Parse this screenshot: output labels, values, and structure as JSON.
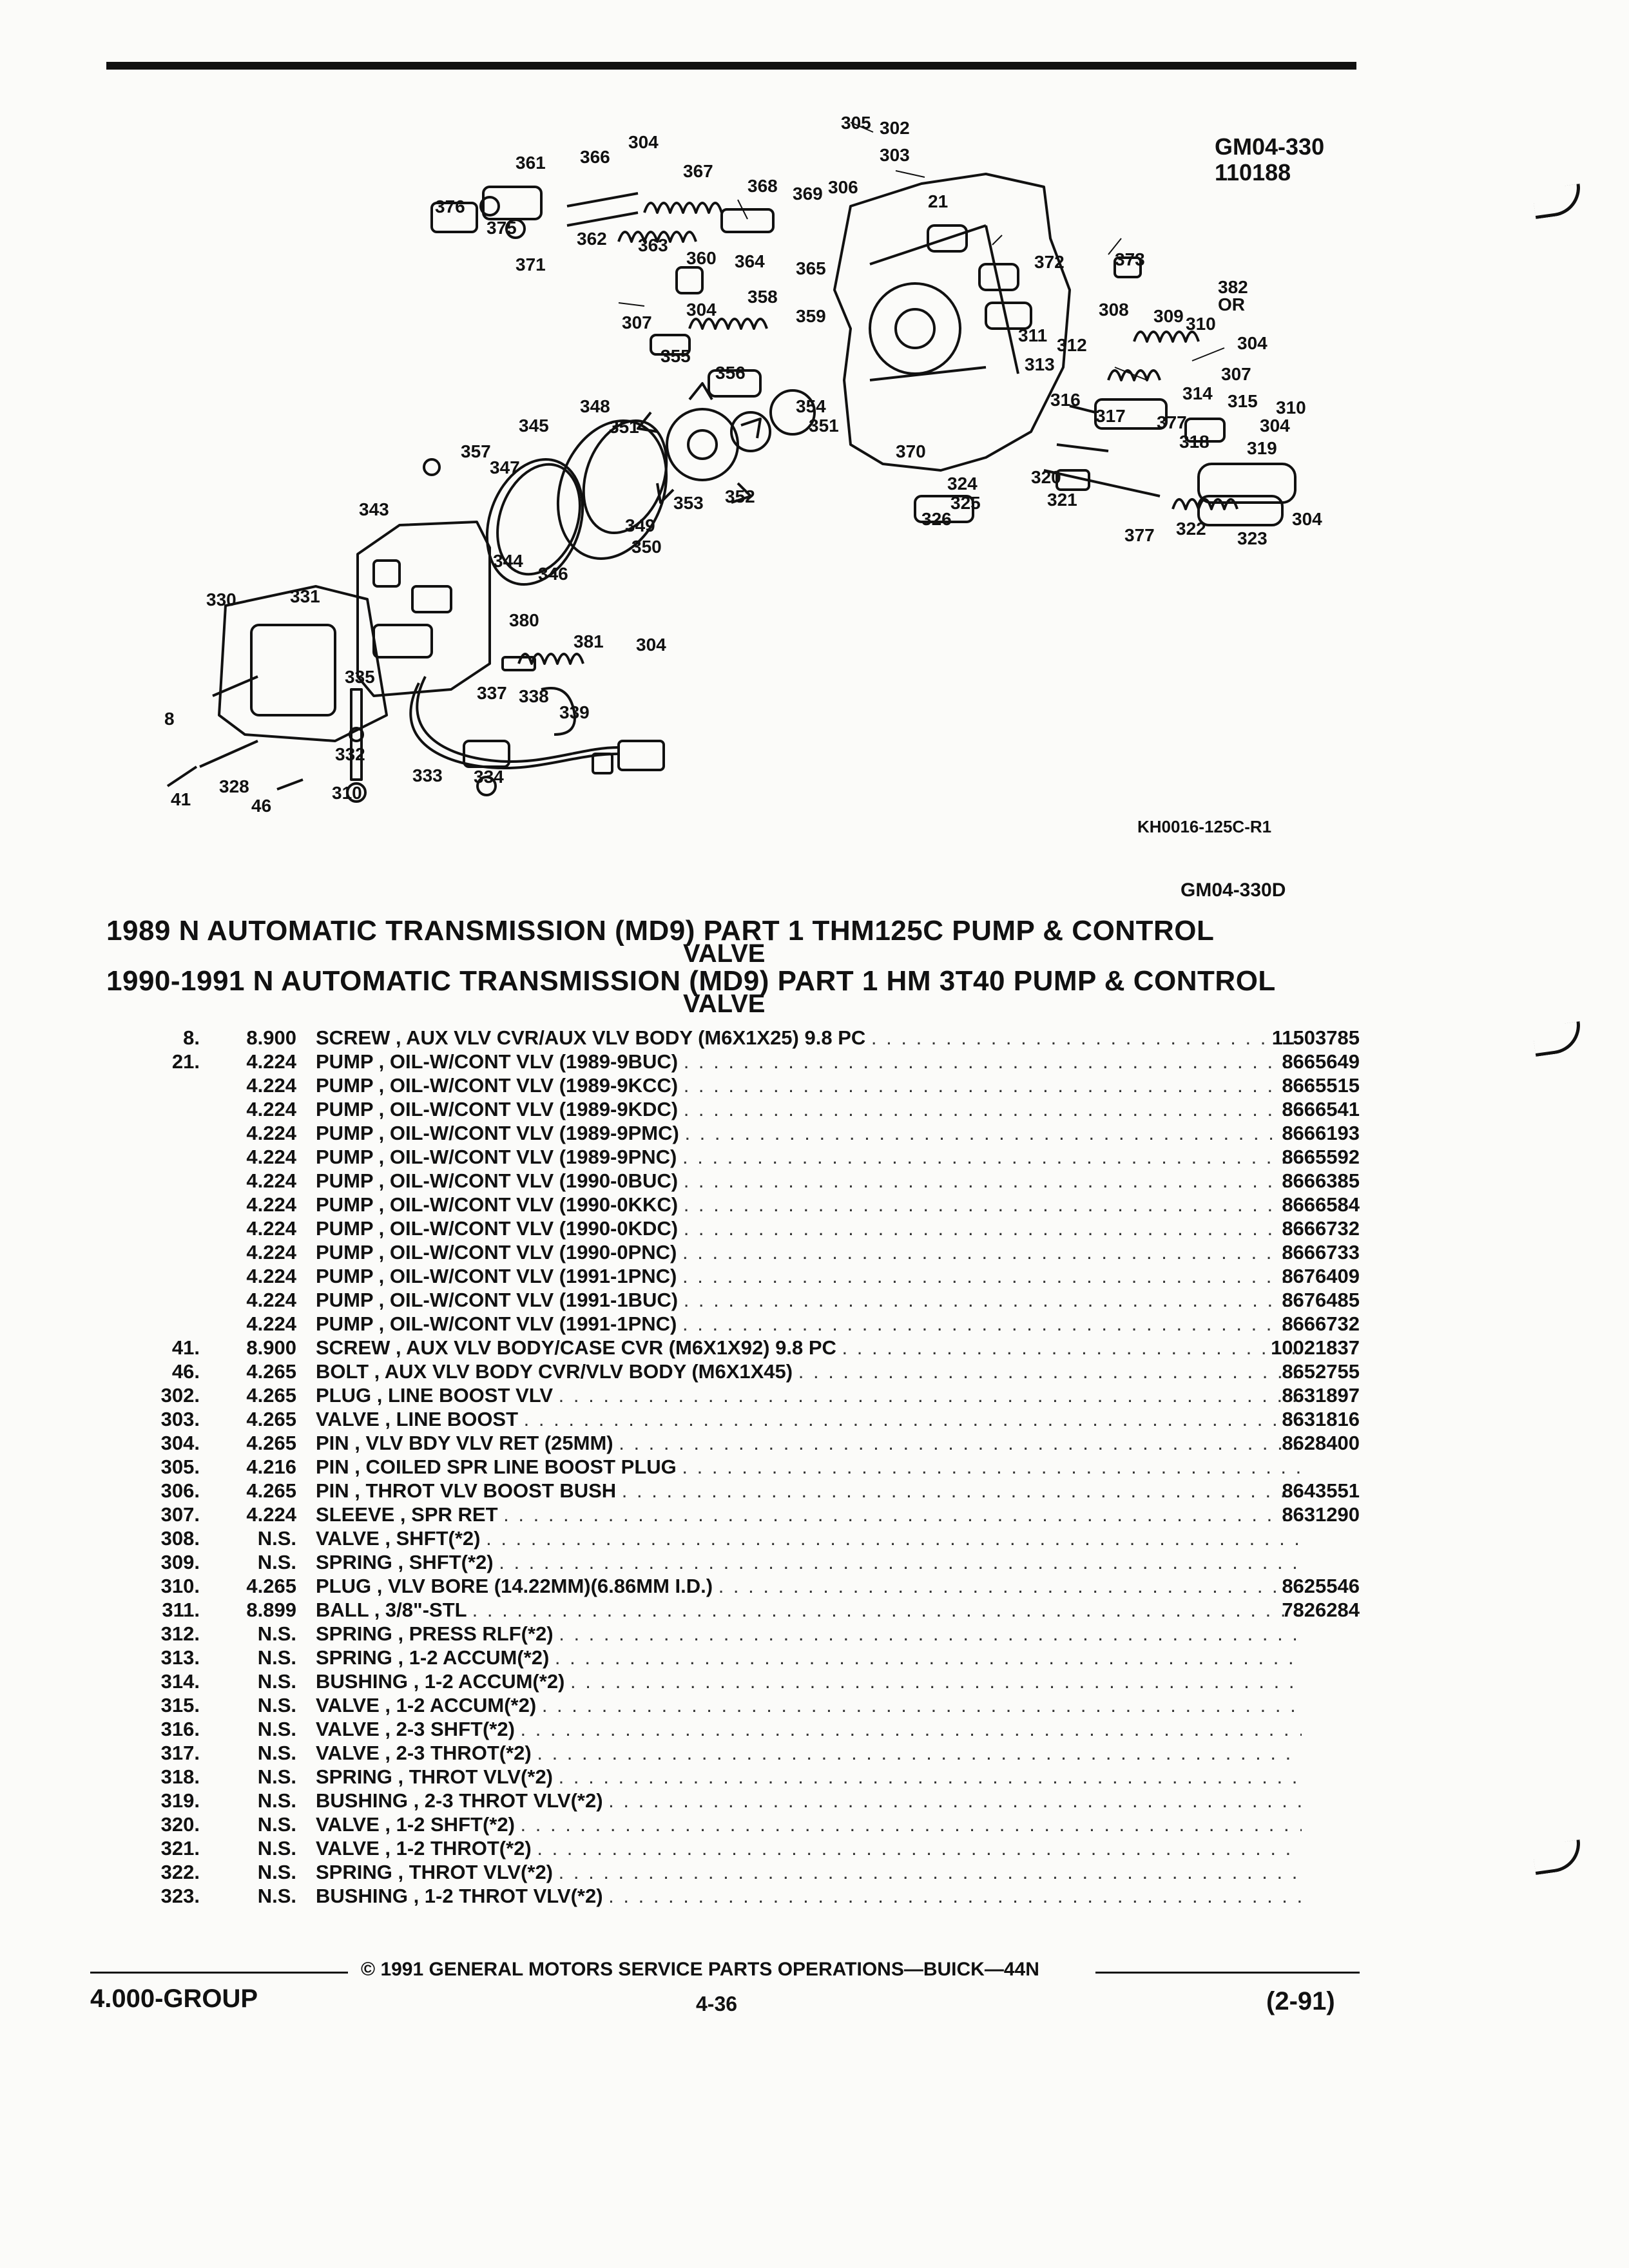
{
  "header": {
    "fig_code": "GM04-330",
    "date_code": "110188",
    "illustration_code": "KH0016-125C-R1",
    "page_code": "GM04-330D"
  },
  "diagram": {
    "callouts": [
      "305",
      "302",
      "303",
      "304",
      "366",
      "361",
      "367",
      "368",
      "369",
      "306",
      "21",
      "376",
      "375",
      "362",
      "363",
      "360",
      "364",
      "365",
      "371",
      "372",
      "373",
      "382",
      "OR",
      "358",
      "304",
      "307",
      "359",
      "308",
      "309",
      "310",
      "304",
      "311",
      "312",
      "355",
      "356",
      "313",
      "307",
      "314",
      "315",
      "310",
      "348",
      "354",
      "316",
      "317",
      "377",
      "304",
      "345",
      "351",
      "351",
      "318",
      "319",
      "357",
      "347",
      "370",
      "320",
      "324",
      "325",
      "326",
      "353",
      "352",
      "321",
      "343",
      "349",
      "377",
      "322",
      "323",
      "304",
      "350",
      "344",
      "346",
      "330",
      "331",
      "380",
      "381",
      "304",
      "335",
      "337",
      "338",
      "339",
      "8",
      "332",
      "333",
      "334",
      "41",
      "328",
      "46",
      "310"
    ]
  },
  "titles": {
    "line1": "1989 N AUTOMATIC TRANSMISSION (MD9) PART 1 THM125C PUMP & CONTROL",
    "line1_cont": "VALVE",
    "line2": "1990-1991 N AUTOMATIC TRANSMISSION (MD9) PART 1 HM 3T40 PUMP & CONTROL",
    "line2_cont": "VALVE"
  },
  "parts": [
    {
      "item": "8.",
      "group": "8.900",
      "desc": "SCREW , AUX VLV CVR/AUX VLV BODY (M6X1X25) 9.8 PC",
      "pn": "11503785"
    },
    {
      "item": "21.",
      "group": "4.224",
      "desc": "PUMP , OIL-W/CONT VLV (1989-9BUC)",
      "pn": "8665649"
    },
    {
      "item": "",
      "group": "4.224",
      "desc": "PUMP , OIL-W/CONT VLV (1989-9KCC)",
      "pn": "8665515"
    },
    {
      "item": "",
      "group": "4.224",
      "desc": "PUMP , OIL-W/CONT VLV (1989-9KDC)",
      "pn": "8666541"
    },
    {
      "item": "",
      "group": "4.224",
      "desc": "PUMP , OIL-W/CONT VLV (1989-9PMC)",
      "pn": "8666193"
    },
    {
      "item": "",
      "group": "4.224",
      "desc": "PUMP , OIL-W/CONT VLV (1989-9PNC)",
      "pn": "8665592"
    },
    {
      "item": "",
      "group": "4.224",
      "desc": "PUMP , OIL-W/CONT VLV (1990-0BUC)",
      "pn": "8666385"
    },
    {
      "item": "",
      "group": "4.224",
      "desc": "PUMP , OIL-W/CONT VLV (1990-0KKC)",
      "pn": "8666584"
    },
    {
      "item": "",
      "group": "4.224",
      "desc": "PUMP , OIL-W/CONT VLV (1990-0KDC)",
      "pn": "8666732"
    },
    {
      "item": "",
      "group": "4.224",
      "desc": "PUMP , OIL-W/CONT VLV (1990-0PNC)",
      "pn": "8666733"
    },
    {
      "item": "",
      "group": "4.224",
      "desc": "PUMP , OIL-W/CONT VLV (1991-1PNC)",
      "pn": "8676409"
    },
    {
      "item": "",
      "group": "4.224",
      "desc": "PUMP , OIL-W/CONT VLV (1991-1BUC)",
      "pn": "8676485"
    },
    {
      "item": "",
      "group": "4.224",
      "desc": "PUMP , OIL-W/CONT VLV (1991-1PNC)",
      "pn": "8666732"
    },
    {
      "item": "41.",
      "group": "8.900",
      "desc": "SCREW , AUX VLV BODY/CASE CVR (M6X1X92) 9.8 PC",
      "pn": "10021837"
    },
    {
      "item": "46.",
      "group": "4.265",
      "desc": "BOLT , AUX VLV BODY CVR/VLV BODY (M6X1X45)",
      "pn": "8652755"
    },
    {
      "item": "302.",
      "group": "4.265",
      "desc": "PLUG , LINE BOOST VLV",
      "pn": "8631897"
    },
    {
      "item": "303.",
      "group": "4.265",
      "desc": "VALVE , LINE BOOST",
      "pn": "8631816"
    },
    {
      "item": "304.",
      "group": "4.265",
      "desc": "PIN , VLV BDY VLV RET (25MM)",
      "pn": "8628400"
    },
    {
      "item": "305.",
      "group": "4.216",
      "desc": "PIN , COILED SPR LINE BOOST PLUG",
      "pn": ""
    },
    {
      "item": "306.",
      "group": "4.265",
      "desc": "PIN , THROT VLV BOOST BUSH",
      "pn": "8643551"
    },
    {
      "item": "307.",
      "group": "4.224",
      "desc": "SLEEVE , SPR RET",
      "pn": "8631290"
    },
    {
      "item": "308.",
      "group": "N.S.",
      "desc": "VALVE , SHFT(*2)",
      "pn": ""
    },
    {
      "item": "309.",
      "group": "N.S.",
      "desc": "SPRING , SHFT(*2)",
      "pn": ""
    },
    {
      "item": "310.",
      "group": "4.265",
      "desc": "PLUG , VLV BORE (14.22MM)(6.86MM I.D.)",
      "pn": "8625546"
    },
    {
      "item": "311.",
      "group": "8.899",
      "desc": "BALL , 3/8\"-STL",
      "pn": "7826284"
    },
    {
      "item": "312.",
      "group": "N.S.",
      "desc": "SPRING , PRESS RLF(*2)",
      "pn": ""
    },
    {
      "item": "313.",
      "group": "N.S.",
      "desc": "SPRING , 1-2 ACCUM(*2)",
      "pn": ""
    },
    {
      "item": "314.",
      "group": "N.S.",
      "desc": "BUSHING , 1-2 ACCUM(*2)",
      "pn": ""
    },
    {
      "item": "315.",
      "group": "N.S.",
      "desc": "VALVE , 1-2 ACCUM(*2)",
      "pn": ""
    },
    {
      "item": "316.",
      "group": "N.S.",
      "desc": "VALVE , 2-3 SHFT(*2)",
      "pn": ""
    },
    {
      "item": "317.",
      "group": "N.S.",
      "desc": "VALVE , 2-3 THROT(*2)",
      "pn": ""
    },
    {
      "item": "318.",
      "group": "N.S.",
      "desc": "SPRING , THROT VLV(*2)",
      "pn": ""
    },
    {
      "item": "319.",
      "group": "N.S.",
      "desc": "BUSHING , 2-3 THROT VLV(*2)",
      "pn": ""
    },
    {
      "item": "320.",
      "group": "N.S.",
      "desc": "VALVE , 1-2 SHFT(*2)",
      "pn": ""
    },
    {
      "item": "321.",
      "group": "N.S.",
      "desc": "VALVE , 1-2 THROT(*2)",
      "pn": ""
    },
    {
      "item": "322.",
      "group": "N.S.",
      "desc": "SPRING , THROT VLV(*2)",
      "pn": ""
    },
    {
      "item": "323.",
      "group": "N.S.",
      "desc": "BUSHING , 1-2 THROT VLV(*2)",
      "pn": ""
    }
  ],
  "leader": ". . . . . . . . . . . . . . . . . . . . . . . . . . . . . . . . . . . . . . . . . . . . . . . . . . . . . . . . . . . . . . . . . . . . . . . . . . . . . . . . . . . . . . . . . . . . . . . . . . . . . . . . . . .",
  "footer": {
    "copyright": "© 1991 GENERAL MOTORS SERVICE PARTS OPERATIONS—BUICK—44N",
    "group": "4.000-GROUP",
    "page": "4-36",
    "revision": "(2-91)"
  }
}
